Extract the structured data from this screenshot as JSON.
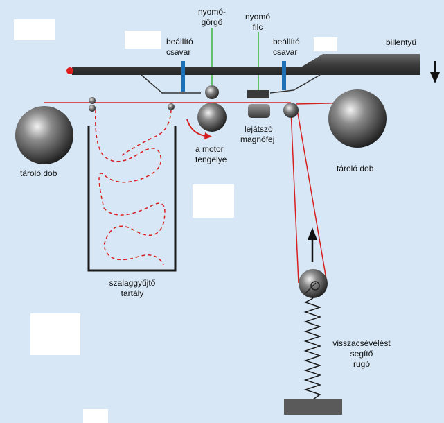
{
  "labels": {
    "nyomo_gorgo": [
      "nyomó-",
      "görgő"
    ],
    "nyomo_filc": [
      "nyomó",
      "filc"
    ],
    "beallito_left": [
      "beállító",
      "csavar"
    ],
    "beallito_right": [
      "beállító",
      "csavar"
    ],
    "billentyu": "billentyű",
    "lejatszo": [
      "lejátszó",
      "magnófej"
    ],
    "motor": [
      "a motor",
      "tengelye"
    ],
    "tarolo_left": "tároló dob",
    "tarolo_right": "tároló dob",
    "szalaggyujto": [
      "szalaggyűjtő",
      "tartály"
    ],
    "rugo": [
      "visszacsévélést",
      "segítő",
      "rugó"
    ]
  },
  "colors": {
    "background": "#d7e7f5",
    "tape": "#d62020",
    "lever": "#4a4a4a",
    "screw": "#1f6fb5",
    "pointer_line": "#3bb33b"
  }
}
